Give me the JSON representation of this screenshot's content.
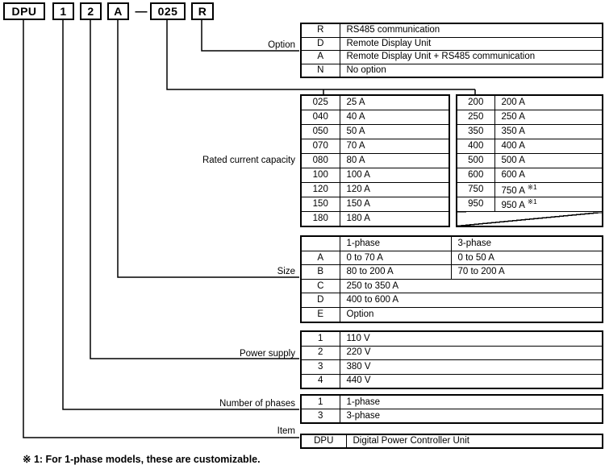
{
  "model_code": {
    "item": "DPU",
    "phases": "1",
    "power": "2",
    "size": "A",
    "separator": "—",
    "current": "025",
    "option": "R"
  },
  "labels": {
    "option": "Option",
    "rated": "Rated current capacity",
    "size": "Size",
    "power": "Power supply",
    "phases": "Number of phases",
    "item": "Item"
  },
  "tables": {
    "option": {
      "rows": [
        {
          "code": "R",
          "desc": "RS485 communication"
        },
        {
          "code": "D",
          "desc": "Remote Display Unit"
        },
        {
          "code": "A",
          "desc": "Remote Display Unit + RS485 communication"
        },
        {
          "code": "N",
          "desc": "No option"
        }
      ]
    },
    "rated_left": {
      "rows": [
        {
          "code": "025",
          "desc": "25 A"
        },
        {
          "code": "040",
          "desc": "40 A"
        },
        {
          "code": "050",
          "desc": "50 A"
        },
        {
          "code": "070",
          "desc": "70 A"
        },
        {
          "code": "080",
          "desc": "80 A"
        },
        {
          "code": "100",
          "desc": "100 A"
        },
        {
          "code": "120",
          "desc": "120 A"
        },
        {
          "code": "150",
          "desc": "150 A"
        },
        {
          "code": "180",
          "desc": "180 A"
        }
      ]
    },
    "rated_right": {
      "rows": [
        {
          "code": "200",
          "desc": "200 A"
        },
        {
          "code": "250",
          "desc": "250 A"
        },
        {
          "code": "350",
          "desc": "350 A"
        },
        {
          "code": "400",
          "desc": "400 A"
        },
        {
          "code": "500",
          "desc": "500 A"
        },
        {
          "code": "600",
          "desc": "600 A"
        },
        {
          "code": "750",
          "desc": "750 A",
          "note": "※1"
        },
        {
          "code": "950",
          "desc": "950 A",
          "note": "※1"
        }
      ],
      "last_row_crossed_out": true
    },
    "size": {
      "header": {
        "p1": "1-phase",
        "p3": "3-phase"
      },
      "rows": [
        {
          "code": "A",
          "p1": "0 to 70 A",
          "p3": "0 to 50 A"
        },
        {
          "code": "B",
          "p1": "80 to 200 A",
          "p3": "70 to 200 A"
        },
        {
          "code": "C",
          "span": "250 to 350 A"
        },
        {
          "code": "D",
          "span": "400 to 600 A"
        },
        {
          "code": "E",
          "span": "Option"
        }
      ]
    },
    "power": {
      "rows": [
        {
          "code": "1",
          "desc": "110 V"
        },
        {
          "code": "2",
          "desc": "220 V"
        },
        {
          "code": "3",
          "desc": "380 V"
        },
        {
          "code": "4",
          "desc": "440 V"
        }
      ]
    },
    "phases": {
      "rows": [
        {
          "code": "1",
          "desc": "1-phase"
        },
        {
          "code": "3",
          "desc": "3-phase"
        }
      ]
    },
    "item": {
      "rows": [
        {
          "code": "DPU",
          "desc": "Digital Power Controller Unit"
        }
      ]
    }
  },
  "footnote": "※ 1: For 1-phase models, these are customizable.",
  "colors": {
    "line": "#000000",
    "background": "#ffffff",
    "text": "#000000"
  }
}
